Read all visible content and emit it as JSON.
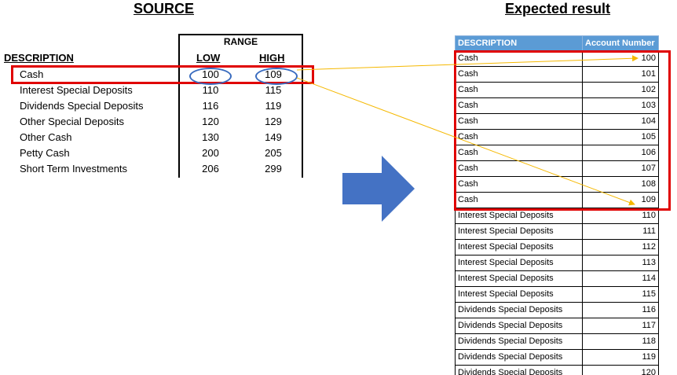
{
  "source": {
    "title": "SOURCE",
    "range_label": "RANGE",
    "description_header": "DESCRIPTION",
    "low_header": "LOW",
    "high_header": "HIGH",
    "rows": [
      {
        "description": "Cash",
        "low": "100",
        "high": "109"
      },
      {
        "description": "Interest Special Deposits",
        "low": "110",
        "high": "115"
      },
      {
        "description": "Dividends Special Deposits",
        "low": "116",
        "high": "119"
      },
      {
        "description": "Other Special Deposits",
        "low": "120",
        "high": "129"
      },
      {
        "description": "Other Cash",
        "low": "130",
        "high": "149"
      },
      {
        "description": "Petty Cash",
        "low": "200",
        "high": "205"
      },
      {
        "description": "Short Term Investments",
        "low": "206",
        "high": "299"
      }
    ]
  },
  "result": {
    "title": "Expected result",
    "headers": [
      "DESCRIPTION",
      "Account Number"
    ],
    "rows": [
      [
        "Cash",
        "100"
      ],
      [
        "Cash",
        "101"
      ],
      [
        "Cash",
        "102"
      ],
      [
        "Cash",
        "103"
      ],
      [
        "Cash",
        "104"
      ],
      [
        "Cash",
        "105"
      ],
      [
        "Cash",
        "106"
      ],
      [
        "Cash",
        "107"
      ],
      [
        "Cash",
        "108"
      ],
      [
        "Cash",
        "109"
      ],
      [
        "Interest Special Deposits",
        "110"
      ],
      [
        "Interest Special Deposits",
        "111"
      ],
      [
        "Interest Special Deposits",
        "112"
      ],
      [
        "Interest Special Deposits",
        "113"
      ],
      [
        "Interest Special Deposits",
        "114"
      ],
      [
        "Interest Special Deposits",
        "115"
      ],
      [
        "Dividends Special Deposits",
        "116"
      ],
      [
        "Dividends Special Deposits",
        "117"
      ],
      [
        "Dividends Special Deposits",
        "118"
      ],
      [
        "Dividends Special Deposits",
        "119"
      ],
      [
        "Dividends Special Deposits",
        "120"
      ]
    ]
  },
  "colors": {
    "highlight_box": "#e00000",
    "oval": "#3a6cbf",
    "arrow_big": "#4472c4",
    "connector": "#f5b800",
    "header_fill": "#5b9bd5"
  },
  "icons": [
    "right-arrow-icon"
  ]
}
